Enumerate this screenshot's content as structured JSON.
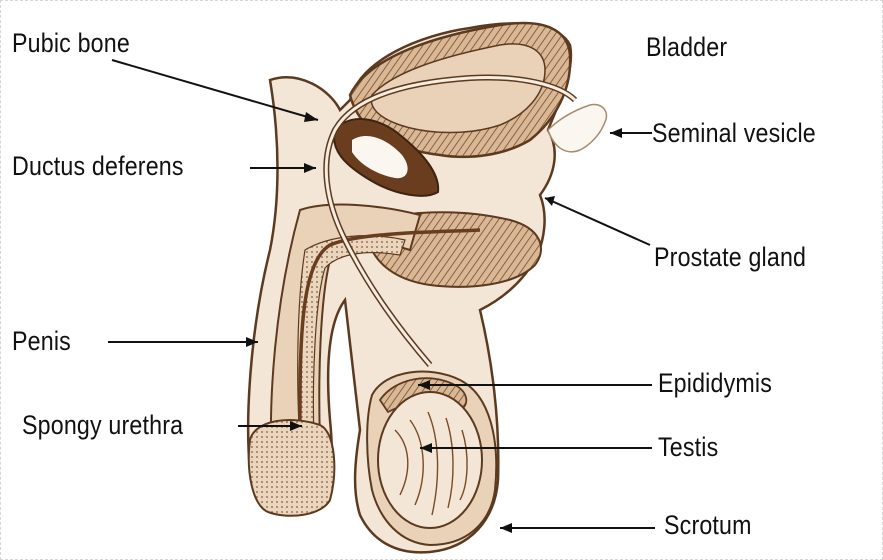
{
  "colors": {
    "skin": "#f3e6d6",
    "tissue": "#e9d2b8",
    "tissue_dark": "#7a4a26",
    "outline": "#5b3a1f",
    "leader": "#111111"
  },
  "labels": {
    "pubic_bone": "Pubic bone",
    "ductus_deferens": "Ductus deferens",
    "penis": "Penis",
    "spongy_urethra": "Spongy urethra",
    "bladder": "Bladder",
    "seminal_vesicle": "Seminal vesicle",
    "prostate_gland": "Prostate gland",
    "epididymis": "Epididymis",
    "testis": "Testis",
    "scrotum": "Scrotum"
  }
}
